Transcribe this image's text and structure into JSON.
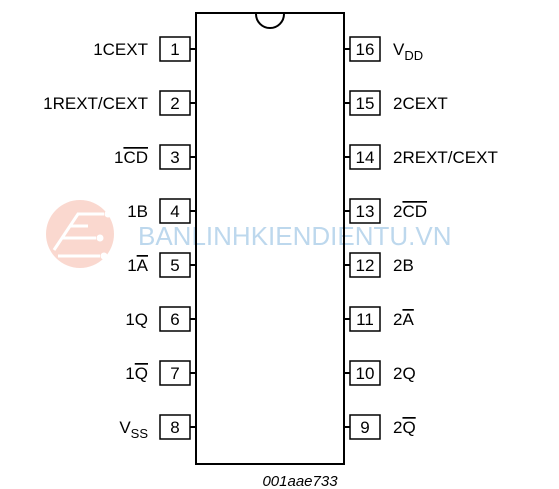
{
  "chip": {
    "pins_left": [
      {
        "num": "1",
        "label": "1CEXT"
      },
      {
        "num": "2",
        "label": "1REXT/CEXT"
      },
      {
        "num": "3",
        "label": "1CD",
        "overline": "CD",
        "prefix": "1",
        "suffix": ""
      },
      {
        "num": "4",
        "label": "1B"
      },
      {
        "num": "5",
        "label": "1A",
        "overline": "A",
        "prefix": "1",
        "suffix": ""
      },
      {
        "num": "6",
        "label": "1Q"
      },
      {
        "num": "7",
        "label": "1Q",
        "overline": "Q",
        "prefix": "1",
        "suffix": ""
      },
      {
        "num": "8",
        "label": "VSS",
        "main": "V",
        "sub": "SS"
      }
    ],
    "pins_right": [
      {
        "num": "16",
        "label": "VDD",
        "main": "V",
        "sub": "DD"
      },
      {
        "num": "15",
        "label": "2CEXT"
      },
      {
        "num": "14",
        "label": "2REXT/CEXT"
      },
      {
        "num": "13",
        "label": "2CD",
        "overline": "CD",
        "prefix": "2",
        "suffix": ""
      },
      {
        "num": "12",
        "label": "2B"
      },
      {
        "num": "11",
        "label": "2A",
        "overline": "A",
        "prefix": "2",
        "suffix": ""
      },
      {
        "num": "10",
        "label": "2Q"
      },
      {
        "num": "9",
        "label": "2Q",
        "overline": "Q",
        "prefix": "2",
        "suffix": ""
      }
    ]
  },
  "figure_id": "001aae733",
  "watermark": {
    "text": "BANLINHKIENDIENTU.VN",
    "color": "#a8cbe8",
    "logo_color": "#f2a08a"
  },
  "colors": {
    "line": "#000000",
    "background": "#ffffff"
  }
}
